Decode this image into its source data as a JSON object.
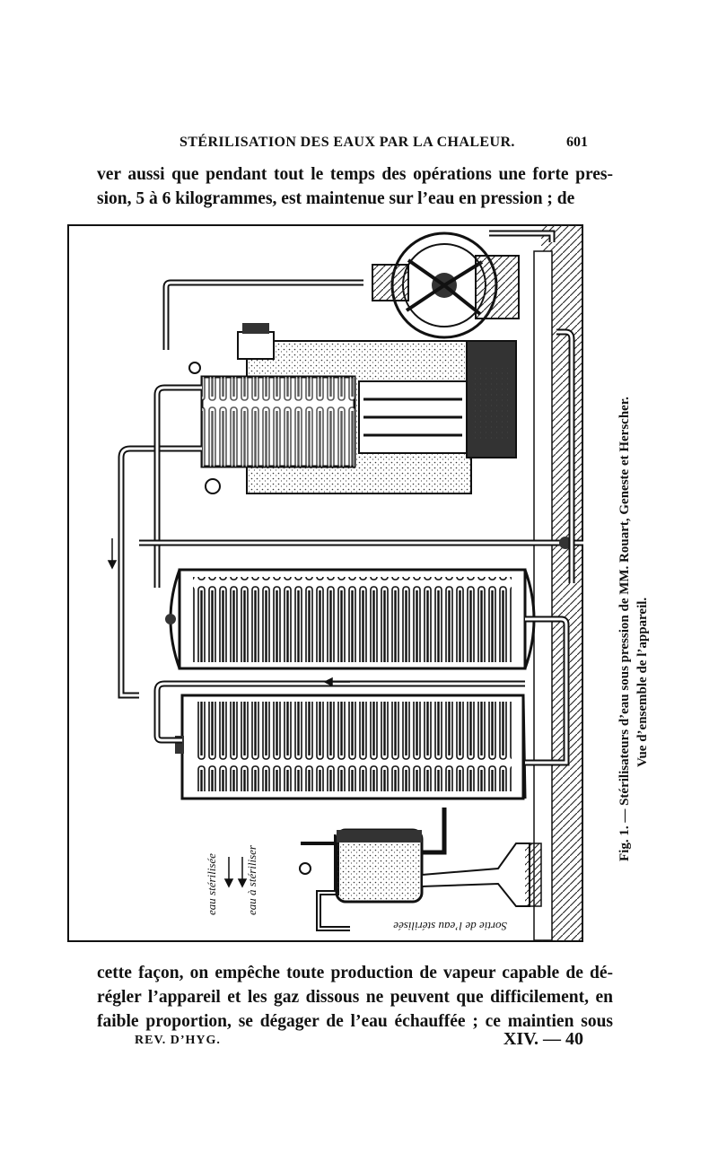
{
  "header": {
    "running_title": "STÉRILISATION DES EAUX PAR LA CHALEUR.",
    "page_number": "601"
  },
  "paragraph_top": {
    "lines": [
      "ver aussi que pendant tout le temps des opérations une forte pres-",
      "sion, 5 à 6 kilogrammes, est maintenue sur l’eau en pression ; de"
    ]
  },
  "figure": {
    "caption_line1": "Fig. 1. — Stérilisateurs d’eau sous pression de MM. Rouart, Geneste et Herscher.",
    "caption_line2": "Vue d’ensemble de l’appareil.",
    "label_sterilisee": "eau stérilisée",
    "label_a_steriliser": "eau à stériliser",
    "label_sortie": "Sortie de l’eau stérilisée"
  },
  "paragraph_bottom": {
    "lines": [
      "cette façon, on empêche toute production de vapeur capable de dé-",
      "régler l’appareil et les gaz dissous ne peuvent que difficilement, en",
      "faible proportion, se dégager de l’eau échauffée ; ce maintien sous"
    ]
  },
  "footer": {
    "journal": "REV. D’HYG.",
    "signature": "XIV. — 40"
  }
}
